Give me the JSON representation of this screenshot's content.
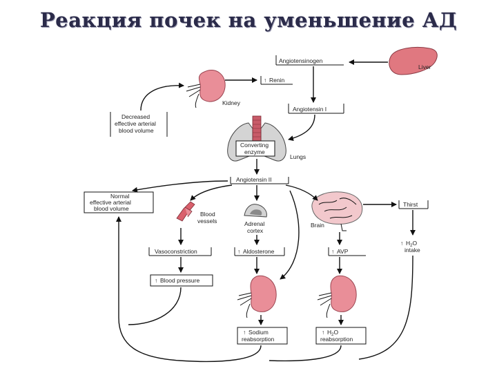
{
  "title": "Реакция почек на уменьшение АД",
  "nodes": {
    "angiotensinogen": "Angiotensinogen",
    "liver": "Liver",
    "renin": "Renin",
    "kidney": "Kidney",
    "angiotensin_i": "Angiotensin I",
    "decreased_1": "Decreased",
    "decreased_2": "effective arterial",
    "decreased_3": "blood volume",
    "converting_1": "Converting",
    "converting_2": "enzyme",
    "lungs": "Lungs",
    "angiotensin_ii": "Angiotensin II",
    "normal_1": "Normal",
    "normal_2": "effective arterial",
    "normal_3": "blood volume",
    "blood_vessels_1": "Blood",
    "blood_vessels_2": "vessels",
    "adrenal_1": "Adrenal",
    "adrenal_2": "cortex",
    "brain": "Brain",
    "thirst": "Thirst",
    "vasoconstriction": "Vasoconstriction",
    "aldosterone": "Aldosterone",
    "avp": "AVP",
    "h2o_intake_1": "H",
    "h2o_intake_sub": "2",
    "h2o_intake_2": "O",
    "h2o_intake_3": "intake",
    "blood_pressure": "Blood pressure",
    "sodium_1": "Sodium",
    "sodium_2": "reabsorption",
    "h2o_reab_1": "H",
    "h2o_reab_sub": "2",
    "h2o_reab_2": "O",
    "h2o_reab_3": "reabsorption",
    "up_arrow": "↑"
  },
  "colors": {
    "organ_pink": "#e98e98",
    "organ_pink_dark": "#c95b68",
    "liver": "#e07880",
    "lung_gray": "#d4d4d4",
    "brain": "#f2c8cc"
  }
}
